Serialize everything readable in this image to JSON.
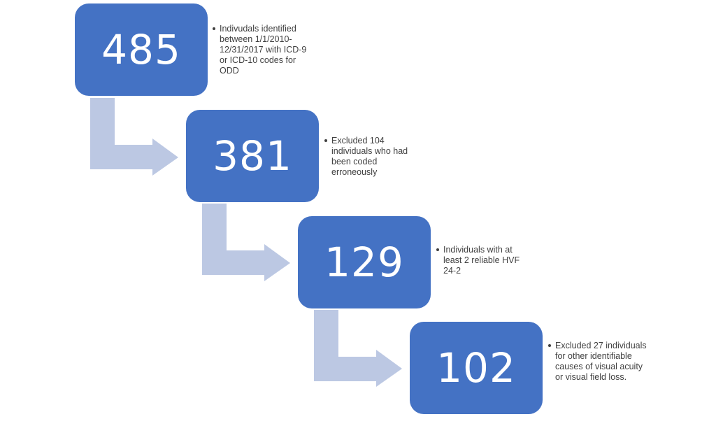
{
  "diagram": {
    "type": "flowchart",
    "colors": {
      "box_fill": "#4472C4",
      "box_text": "#FFFFFF",
      "arrow_fill": "#BCC8E3",
      "note_text": "#404040"
    },
    "steps": [
      {
        "count": "485",
        "note": "Indivudals identified between 1/1/2010-12/31/2017 with ICD-9 or ICD-10 codes for ODD"
      },
      {
        "count": "381",
        "note": "Excluded 104 individuals who had been coded erroneously"
      },
      {
        "count": "129",
        "note": "Individuals with at least 2 reliable HVF 24-2"
      },
      {
        "count": "102",
        "note": "Excluded 27 individuals for other identifiable causes of visual acuity or visual field loss."
      }
    ]
  }
}
